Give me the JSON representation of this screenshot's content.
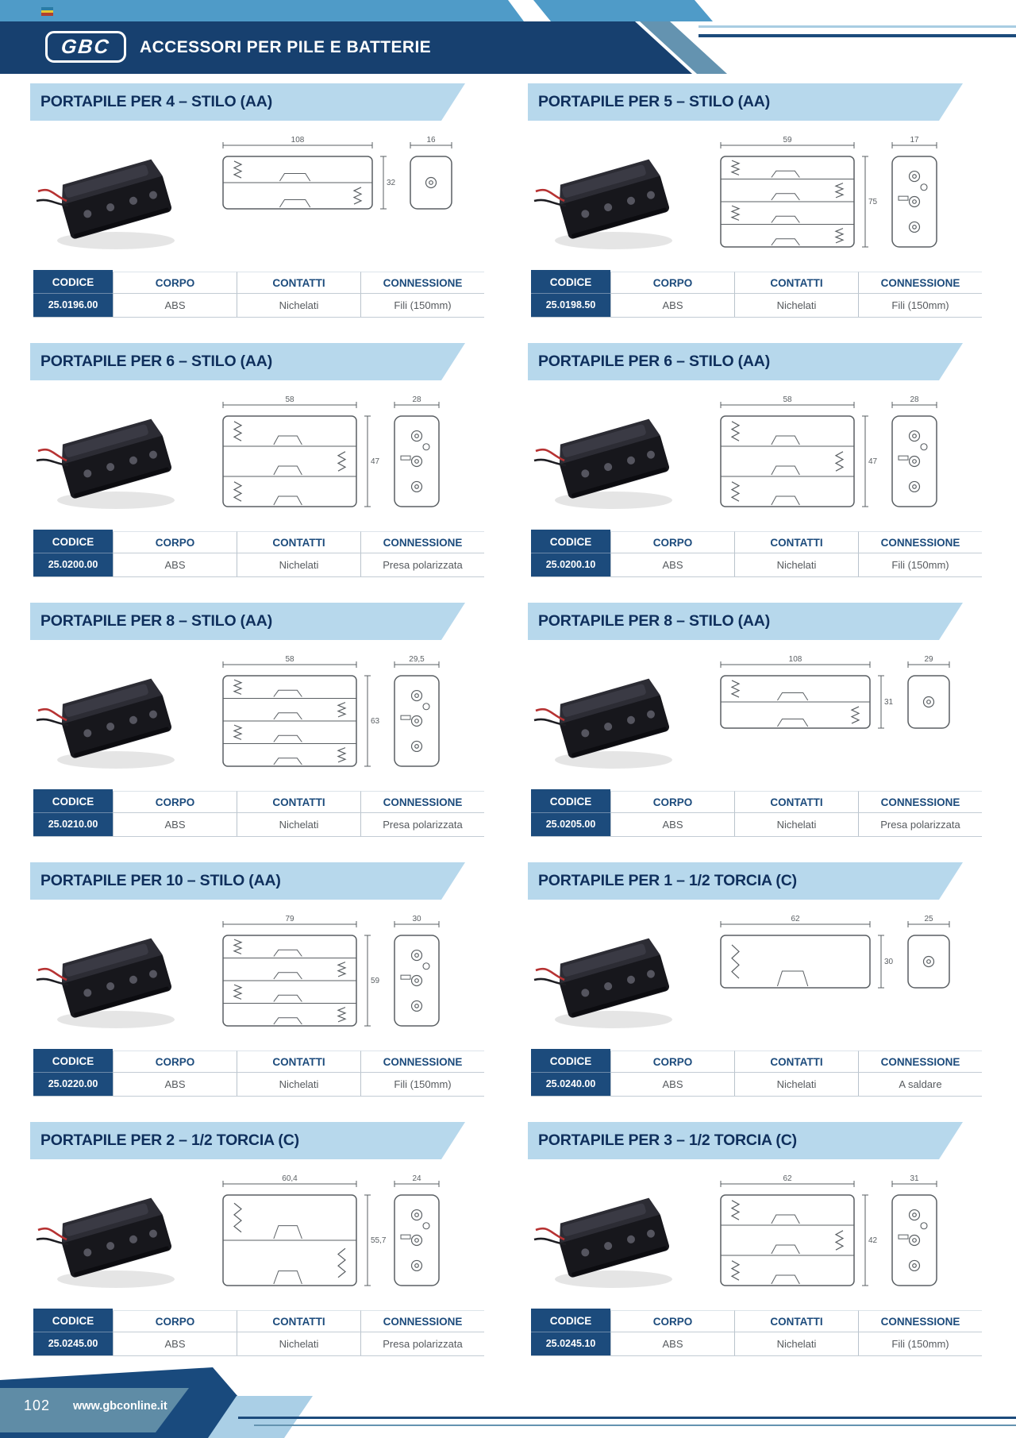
{
  "header": {
    "logo": "GBC",
    "title": "ACCESSORI PER PILE E BATTERIE"
  },
  "table_headers": {
    "codice": "CODICE",
    "corpo": "CORPO",
    "contatti": "CONTATTI",
    "connessione": "CONNESSIONE"
  },
  "colors": {
    "navy": "#1c4b7c",
    "band_blue": "#b7d8ec",
    "strip_blue": "#4f9bc8",
    "steel_blue": "#6493b0",
    "footer_steel": "#5f8ca6",
    "drawing_line": "#5a5f63"
  },
  "products": [
    {
      "title": "PORTAPILE PER 4 – STILO (AA)",
      "codice": "25.0196.00",
      "corpo": "ABS",
      "contatti": "Nichelati",
      "connessione": "Fili (150mm)",
      "drawing": {
        "width_label": "108",
        "height_label": "32",
        "end_label": "16",
        "slots": 2,
        "flat": true
      }
    },
    {
      "title": "PORTAPILE PER 5 – STILO (AA)",
      "codice": "25.0198.50",
      "corpo": "ABS",
      "contatti": "Nichelati",
      "connessione": "Fili (150mm)",
      "drawing": {
        "width_label": "59",
        "height_label": "75",
        "end_label": "17",
        "slots": 4,
        "flat": false
      }
    },
    {
      "title": "PORTAPILE PER 6 – STILO (AA)",
      "codice": "25.0200.00",
      "corpo": "ABS",
      "contatti": "Nichelati",
      "connessione": "Presa polarizzata",
      "drawing": {
        "width_label": "58",
        "height_label": "47",
        "end_label": "28",
        "slots": 3,
        "flat": false
      }
    },
    {
      "title": "PORTAPILE PER 6 – STILO (AA)",
      "codice": "25.0200.10",
      "corpo": "ABS",
      "contatti": "Nichelati",
      "connessione": "Fili (150mm)",
      "drawing": {
        "width_label": "58",
        "height_label": "47",
        "end_label": "28",
        "slots": 3,
        "flat": false
      }
    },
    {
      "title": "PORTAPILE PER 8 – STILO (AA)",
      "codice": "25.0210.00",
      "corpo": "ABS",
      "contatti": "Nichelati",
      "connessione": "Presa polarizzata",
      "drawing": {
        "width_label": "58",
        "height_label": "63",
        "end_label": "29,5",
        "slots": 4,
        "flat": false
      }
    },
    {
      "title": "PORTAPILE PER 8 – STILO (AA)",
      "codice": "25.0205.00",
      "corpo": "ABS",
      "contatti": "Nichelati",
      "connessione": "Presa polarizzata",
      "drawing": {
        "width_label": "108",
        "height_label": "31",
        "end_label": "29",
        "slots": 2,
        "flat": true
      }
    },
    {
      "title": "PORTAPILE PER 10 – STILO (AA)",
      "codice": "25.0220.00",
      "corpo": "ABS",
      "contatti": "Nichelati",
      "connessione": "Fili (150mm)",
      "drawing": {
        "width_label": "79",
        "height_label": "59",
        "end_label": "30",
        "slots": 4,
        "flat": false
      }
    },
    {
      "title": "PORTAPILE PER 1 – 1/2 TORCIA (C)",
      "codice": "25.0240.00",
      "corpo": "ABS",
      "contatti": "Nichelati",
      "connessione": "A saldare",
      "drawing": {
        "width_label": "62",
        "height_label": "30",
        "end_label": "25",
        "slots": 1,
        "flat": true
      }
    },
    {
      "title": "PORTAPILE PER 2 – 1/2 TORCIA (C)",
      "codice": "25.0245.00",
      "corpo": "ABS",
      "contatti": "Nichelati",
      "connessione": "Presa polarizzata",
      "drawing": {
        "width_label": "60,4",
        "height_label": "55,7",
        "end_label": "24",
        "slots": 2,
        "flat": false
      }
    },
    {
      "title": "PORTAPILE PER 3 – 1/2 TORCIA (C)",
      "codice": "25.0245.10",
      "corpo": "ABS",
      "contatti": "Nichelati",
      "connessione": "Fili (150mm)",
      "drawing": {
        "width_label": "62",
        "height_label": "42",
        "end_label": "31",
        "slots": 3,
        "flat": false
      }
    }
  ],
  "footer": {
    "page_number": "102",
    "website": "www.gbconline.it"
  }
}
